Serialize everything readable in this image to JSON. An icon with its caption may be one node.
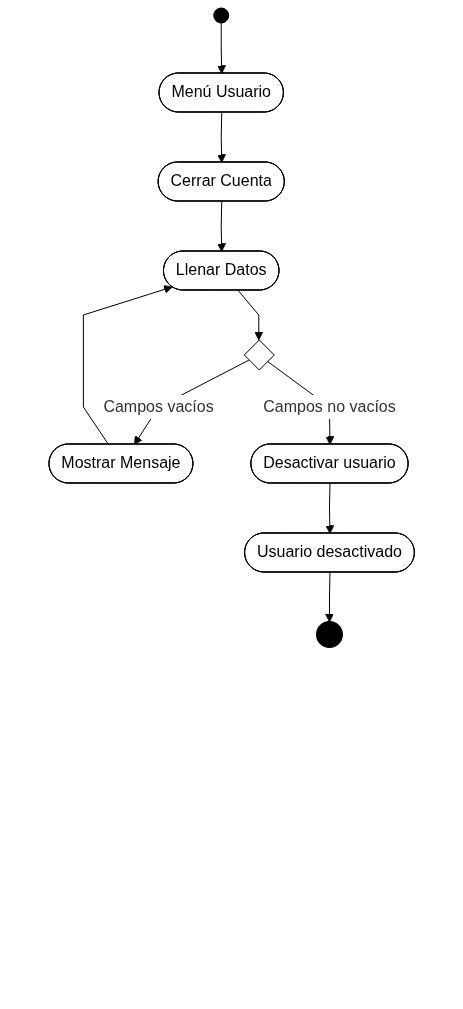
{
  "diagram": {
    "nodes": [
      {
        "text": [],
        "shape": "circle"
      },
      {
        "text": [
          "Menú Usuario"
        ]
      },
      {
        "text": [
          "Cerrar Cuenta"
        ]
      },
      {
        "text": [
          "Llenar Datos"
        ]
      },
      {
        "text": [],
        "shape": "diamond"
      },
      {
        "text": [
          "Mostrar Mensaje"
        ]
      },
      {
        "text": [
          "Desactivar usuario"
        ]
      },
      {
        "text": [
          "Usuario desactivado"
        ]
      },
      {
        "text": [],
        "shape": "bullseye"
      }
    ],
    "edges": [
      {
        "from": 0,
        "to": 1,
        "arrow": "to"
      },
      {
        "from": 1,
        "to": 2,
        "arrow": "to"
      },
      {
        "from": 2,
        "to": 3,
        "arrow": "to"
      },
      {
        "from": 3,
        "to": 4,
        "arrow": "to"
      },
      {
        "from": 4,
        "to": 5,
        "arrow": "to",
        "label": "Campos vacíos"
      },
      {
        "from": 5,
        "to": 3,
        "arrow": "to"
      },
      {
        "from": 4,
        "to": 6,
        "arrow": "to",
        "label": "Campos no vacíos"
      },
      {
        "from": 6,
        "to": 7,
        "arrow": "to"
      },
      {
        "from": 7,
        "to": 8,
        "arrow": "to"
      }
    ]
  }
}
